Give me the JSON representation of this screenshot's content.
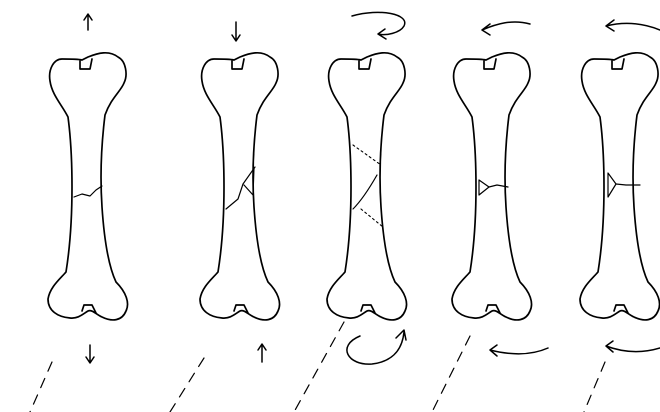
{
  "figure": {
    "panels": [
      {
        "fracture_pattern": "transverse",
        "force": "tension",
        "force_icon": "opposing-vertical-arrows-outward"
      },
      {
        "fracture_pattern": "oblique",
        "force": "compression",
        "force_icon": "opposing-vertical-arrows-inward"
      },
      {
        "fracture_pattern": "spiral",
        "force": "torsion",
        "force_icon": "opposing-curved-arrows"
      },
      {
        "fracture_pattern": "butterfly",
        "force": "bending",
        "force_icon": "opposing-horizontal-arrows"
      },
      {
        "fracture_pattern": "butterfly",
        "force": "bending",
        "force_icon": "opposing-horizontal-arrows"
      }
    ],
    "line_color": "#000000",
    "background": "#ffffff"
  }
}
